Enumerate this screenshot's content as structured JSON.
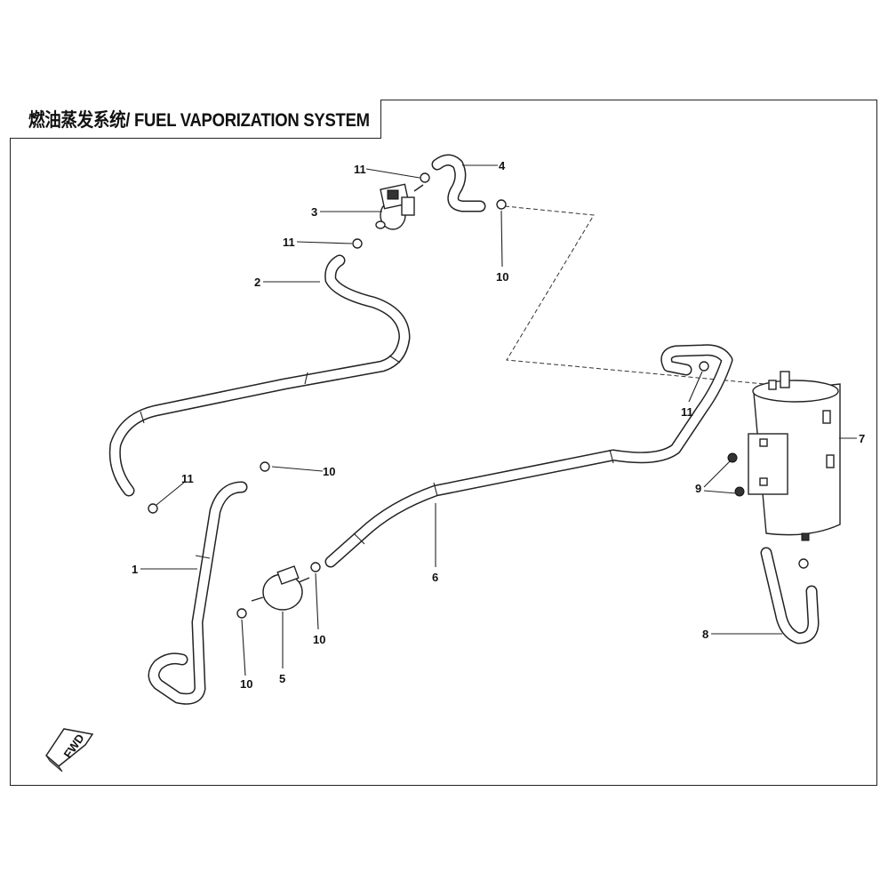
{
  "title": "燃油蒸发系统/ FUEL VAPORIZATION SYSTEM",
  "fwd_label": "FWD",
  "callouts": {
    "c1": "1",
    "c2": "2",
    "c3": "3",
    "c4": "4",
    "c5": "5",
    "c6": "6",
    "c7": "7",
    "c8": "8",
    "c9": "9",
    "c10a": "10",
    "c10b": "10",
    "c10c": "10",
    "c10d": "10",
    "c11a": "11",
    "c11b": "11",
    "c11c": "11",
    "c11d": "11"
  }
}
